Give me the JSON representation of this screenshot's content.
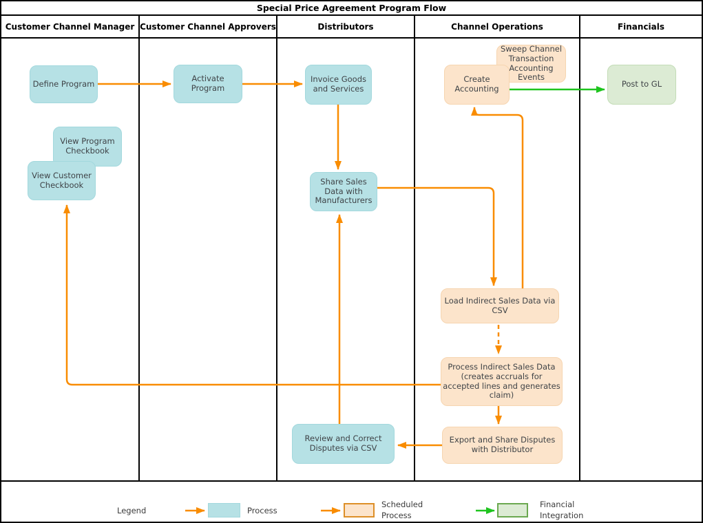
{
  "title": "Special Price Agreement Program Flow",
  "lanes": [
    {
      "label": "Customer Channel Manager"
    },
    {
      "label": "Customer Channel Approvers"
    },
    {
      "label": "Distributors"
    },
    {
      "label": "Channel Operations"
    },
    {
      "label": "Financials"
    }
  ],
  "nodes": [
    {
      "id": "define-program",
      "label": "Define Program",
      "type": "process"
    },
    {
      "id": "activate-program",
      "label": "Activate Program",
      "type": "process"
    },
    {
      "id": "invoice-goods",
      "label": "Invoice Goods and Services",
      "type": "process"
    },
    {
      "id": "sweep-channel",
      "label": "Sweep Channel Transaction Accounting Events",
      "type": "scheduled"
    },
    {
      "id": "create-accounting",
      "label": "Create Accounting",
      "type": "scheduled"
    },
    {
      "id": "post-to-gl",
      "label": "Post to GL",
      "type": "financial"
    },
    {
      "id": "view-program-checkbook",
      "label": "View Program Checkbook",
      "type": "process"
    },
    {
      "id": "view-customer-checkbook",
      "label": "View Customer Checkbook",
      "type": "process"
    },
    {
      "id": "share-sales-data",
      "label": "Share Sales Data with Manufacturers",
      "type": "process"
    },
    {
      "id": "load-indirect-sales",
      "label": "Load Indirect Sales Data via CSV",
      "type": "scheduled"
    },
    {
      "id": "process-indirect-sales",
      "label": "Process Indirect Sales Data (creates accruals for accepted lines and generates claim)",
      "type": "scheduled"
    },
    {
      "id": "export-disputes",
      "label": "Export and Share Disputes with Distributor",
      "type": "scheduled"
    },
    {
      "id": "review-disputes",
      "label": "Review and Correct Disputes via CSV",
      "type": "process"
    }
  ],
  "legend": {
    "label": "Legend",
    "items": [
      {
        "label": "Process",
        "type": "process"
      },
      {
        "label": "Scheduled Process",
        "type": "scheduled"
      },
      {
        "label": "Financial Integration",
        "type": "financial"
      }
    ]
  },
  "colors": {
    "process_fill": "#b6e1e5",
    "process_border": "#a2d8dd",
    "scheduled_fill": "#fce4cb",
    "scheduled_border": "#f6d5b0",
    "scheduled_legend_border": "#dd8f27",
    "financial_fill": "#dcebd4",
    "financial_border": "#c3dcb6",
    "financial_legend_border": "#6aa84f",
    "flow_orange": "#f98c00",
    "flow_green": "#1ec41e"
  }
}
